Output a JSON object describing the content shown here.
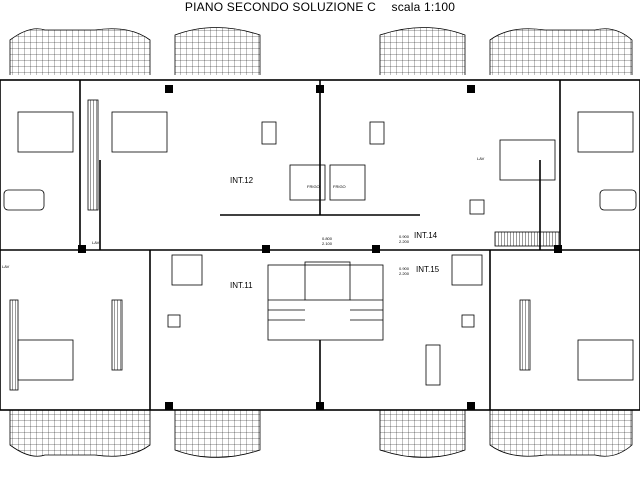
{
  "title": {
    "plan": "PIANO SECONDO SOLUZIONE C",
    "scale": "scala 1:100"
  },
  "units": {
    "int11": "INT.11",
    "int12": "INT.12",
    "int14": "INT.14",
    "int15": "INT.15"
  },
  "rooms": {
    "frigo": "FRIGO",
    "lav": "LAV"
  },
  "dimensions": {
    "door_w": "0.900",
    "door_h": "2.200",
    "win_h": "2.100",
    "win_w": "0.800"
  }
}
